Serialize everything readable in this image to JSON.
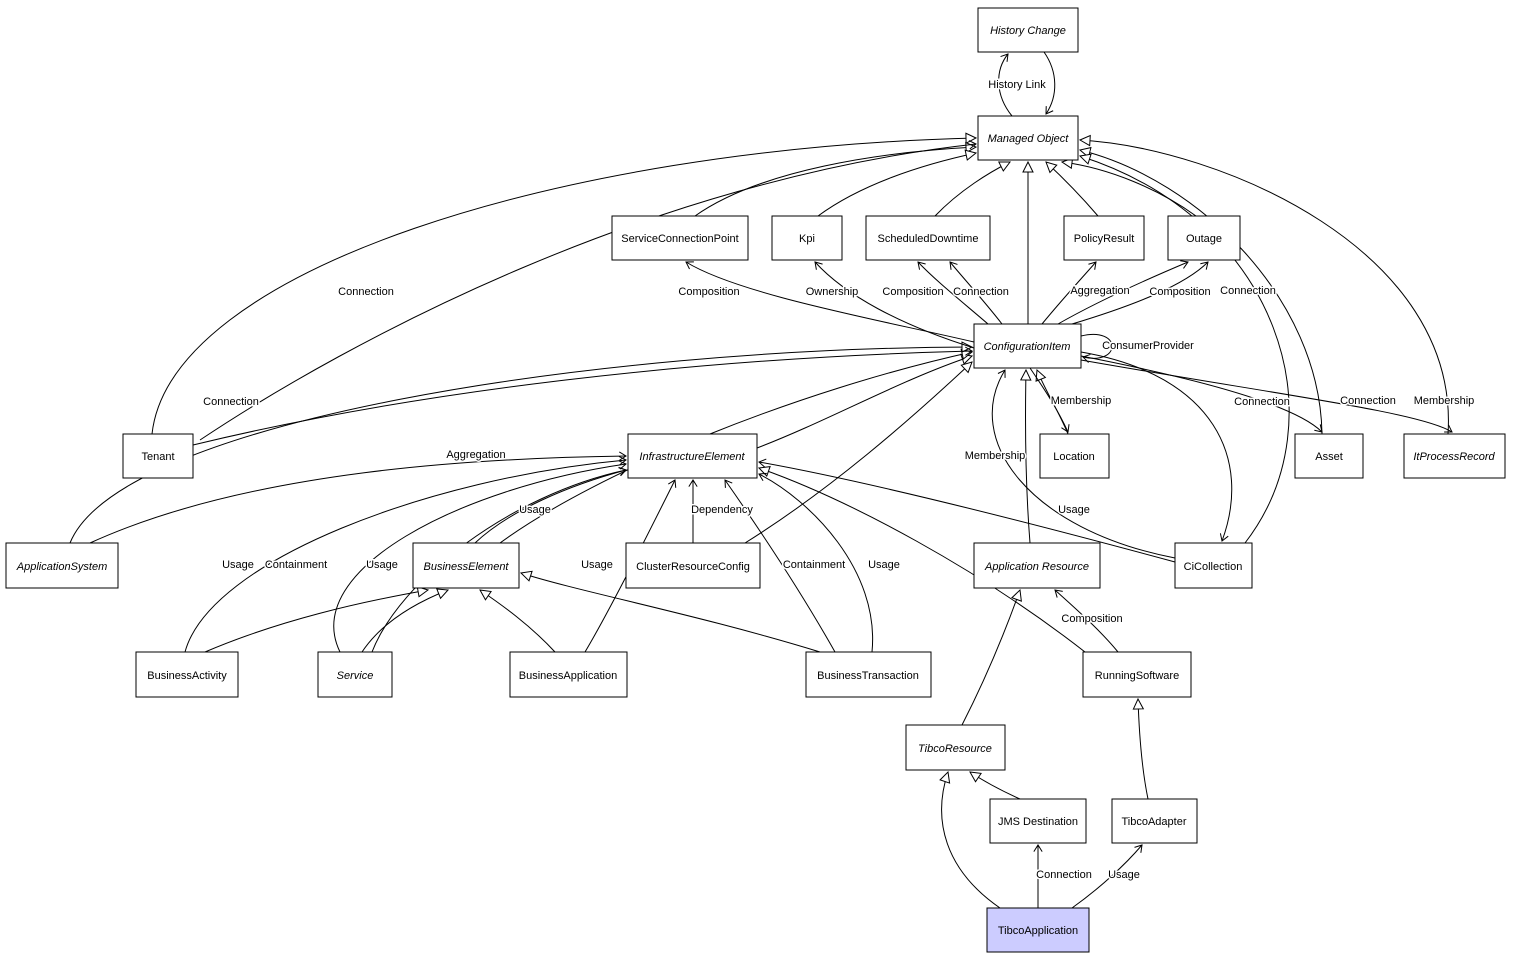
{
  "diagram": {
    "kind": "uml-class-diagram",
    "background_color": "#ffffff",
    "node_fill": "#ffffff",
    "node_border": "#000000",
    "highlight_fill": "#ccccff",
    "highlighted_node": "TibcoApplication"
  },
  "nodes": {
    "history_change": {
      "label": "History Change",
      "abstract": true
    },
    "managed_object": {
      "label": "Managed Object",
      "abstract": true
    },
    "service_connection_point": {
      "label": "ServiceConnectionPoint",
      "abstract": false
    },
    "kpi": {
      "label": "Kpi",
      "abstract": false
    },
    "scheduled_downtime": {
      "label": "ScheduledDowntime",
      "abstract": false
    },
    "policy_result": {
      "label": "PolicyResult",
      "abstract": false
    },
    "outage": {
      "label": "Outage",
      "abstract": false
    },
    "configuration_item": {
      "label": "ConfigurationItem",
      "abstract": true
    },
    "tenant": {
      "label": "Tenant",
      "abstract": false
    },
    "infrastructure_element": {
      "label": "InfrastructureElement",
      "abstract": true
    },
    "location": {
      "label": "Location",
      "abstract": false
    },
    "asset": {
      "label": "Asset",
      "abstract": false
    },
    "it_process_record": {
      "label": "ItProcessRecord",
      "abstract": true
    },
    "application_system": {
      "label": "ApplicationSystem",
      "abstract": true
    },
    "business_element": {
      "label": "BusinessElement",
      "abstract": true
    },
    "cluster_resource_config": {
      "label": "ClusterResourceConfig",
      "abstract": false
    },
    "application_resource": {
      "label": "Application Resource",
      "abstract": true
    },
    "ci_collection": {
      "label": "CiCollection",
      "abstract": false
    },
    "business_activity": {
      "label": "BusinessActivity",
      "abstract": false
    },
    "service": {
      "label": "Service",
      "abstract": true
    },
    "business_application": {
      "label": "BusinessApplication",
      "abstract": false
    },
    "business_transaction": {
      "label": "BusinessTransaction",
      "abstract": false
    },
    "running_software": {
      "label": "RunningSoftware",
      "abstract": false
    },
    "tibco_resource": {
      "label": "TibcoResource",
      "abstract": true
    },
    "jms_destination": {
      "label": "JMS Destination",
      "abstract": false
    },
    "tibco_adapter": {
      "label": "TibcoAdapter",
      "abstract": false
    },
    "tibco_application": {
      "label": "TibcoApplication",
      "abstract": false,
      "highlighted": true
    }
  },
  "associations": [
    {
      "from": "managed_object",
      "to": "history_change",
      "label": "History Link"
    },
    {
      "from": "tenant",
      "to": "managed_object",
      "label": "Connection"
    },
    {
      "from": "configuration_item",
      "to": "service_connection_point",
      "label": "Composition"
    },
    {
      "from": "configuration_item",
      "to": "kpi",
      "label": "Ownership"
    },
    {
      "from": "configuration_item",
      "to": "scheduled_downtime",
      "label": "Composition"
    },
    {
      "from": "configuration_item",
      "to": "scheduled_downtime",
      "label": "Connection"
    },
    {
      "from": "configuration_item",
      "to": "policy_result",
      "label": "Aggregation"
    },
    {
      "from": "configuration_item",
      "to": "outage",
      "label": "Composition"
    },
    {
      "from": "configuration_item",
      "to": "outage",
      "label": "Connection"
    },
    {
      "from": "configuration_item",
      "to": "configuration_item",
      "label": "ConsumerProvider"
    },
    {
      "from": "tenant",
      "to": "configuration_item",
      "label": "Connection"
    },
    {
      "from": "configuration_item",
      "to": "location",
      "label": "Membership"
    },
    {
      "from": "configuration_item",
      "to": "ci_collection",
      "label": "Connection"
    },
    {
      "from": "configuration_item",
      "to": "asset",
      "label": "Connection"
    },
    {
      "from": "configuration_item",
      "to": "it_process_record",
      "label": "Membership"
    },
    {
      "from": "application_system",
      "to": "infrastructure_element",
      "label": "Aggregation"
    },
    {
      "from": "ci_collection",
      "to": "configuration_item",
      "label": "Membership"
    },
    {
      "from": "business_element",
      "to": "infrastructure_element",
      "label": "Usage"
    },
    {
      "from": "cluster_resource_config",
      "to": "infrastructure_element",
      "label": "Dependency"
    },
    {
      "from": "ci_collection",
      "to": "infrastructure_element",
      "label": "Usage"
    },
    {
      "from": "business_activity",
      "to": "infrastructure_element",
      "label": "Usage"
    },
    {
      "from": "service",
      "to": "infrastructure_element",
      "label": "Containment"
    },
    {
      "from": "service",
      "to": "infrastructure_element",
      "label": "Usage"
    },
    {
      "from": "business_application",
      "to": "infrastructure_element",
      "label": "Usage"
    },
    {
      "from": "business_transaction",
      "to": "infrastructure_element",
      "label": "Containment"
    },
    {
      "from": "business_transaction",
      "to": "infrastructure_element",
      "label": "Usage"
    },
    {
      "from": "running_software",
      "to": "application_resource",
      "label": "Composition"
    },
    {
      "from": "tibco_application",
      "to": "jms_destination",
      "label": "Connection"
    },
    {
      "from": "tibco_application",
      "to": "tibco_adapter",
      "label": "Usage"
    }
  ],
  "inheritance": [
    {
      "from": "configuration_item",
      "to": "managed_object"
    },
    {
      "from": "service_connection_point",
      "to": "managed_object"
    },
    {
      "from": "kpi",
      "to": "managed_object"
    },
    {
      "from": "scheduled_downtime",
      "to": "managed_object"
    },
    {
      "from": "policy_result",
      "to": "managed_object"
    },
    {
      "from": "outage",
      "to": "managed_object"
    },
    {
      "from": "tenant",
      "to": "managed_object"
    },
    {
      "from": "asset",
      "to": "managed_object"
    },
    {
      "from": "it_process_record",
      "to": "managed_object"
    },
    {
      "from": "ci_collection",
      "to": "managed_object"
    },
    {
      "from": "infrastructure_element",
      "to": "configuration_item"
    },
    {
      "from": "business_element",
      "to": "configuration_item"
    },
    {
      "from": "application_system",
      "to": "configuration_item"
    },
    {
      "from": "cluster_resource_config",
      "to": "configuration_item"
    },
    {
      "from": "application_resource",
      "to": "configuration_item"
    },
    {
      "from": "location",
      "to": "configuration_item"
    },
    {
      "from": "business_activity",
      "to": "business_element"
    },
    {
      "from": "service",
      "to": "business_element"
    },
    {
      "from": "business_application",
      "to": "business_element"
    },
    {
      "from": "business_transaction",
      "to": "business_element"
    },
    {
      "from": "running_software",
      "to": "infrastructure_element"
    },
    {
      "from": "tibco_resource",
      "to": "application_resource"
    },
    {
      "from": "jms_destination",
      "to": "tibco_resource"
    },
    {
      "from": "tibco_adapter",
      "to": "running_software"
    },
    {
      "from": "tibco_application",
      "to": "tibco_resource"
    }
  ]
}
